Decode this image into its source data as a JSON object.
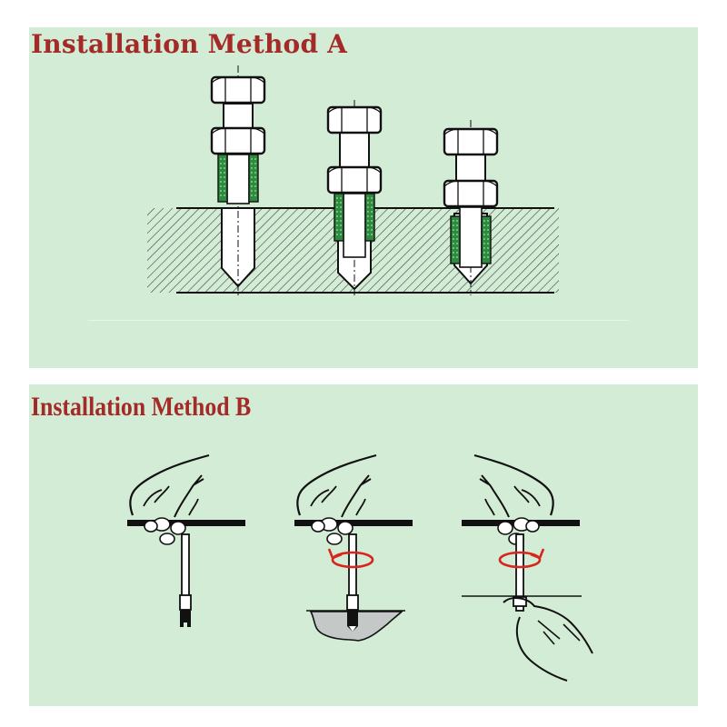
{
  "sections": [
    {
      "title": "Installation Method A",
      "figure": "three-stage-threaded-insert-installation",
      "steps": [
        {
          "label": "insert-on-bolt-above-hole",
          "stage": 1
        },
        {
          "label": "insert-partially-threaded-into-hole",
          "stage": 2
        },
        {
          "label": "insert-fully-seated-in-hole",
          "stage": 3
        }
      ]
    },
    {
      "title": "Installation Method B",
      "figure": "three-stage-hand-tool-installation",
      "steps": [
        {
          "label": "hold-t-handle-tool-with-insert",
          "stage": 1
        },
        {
          "label": "rotate-clockwise-into-hole",
          "stage": 2,
          "rotation": "clockwise"
        },
        {
          "label": "hold-nut-with-wrench-and-reverse",
          "stage": 3,
          "rotation": "counterclockwise"
        }
      ]
    }
  ],
  "colors": {
    "panel_background": "#d3ecd5",
    "title": "#a32a27",
    "insert_green": "#2e8b3e",
    "rotation_arrow": "#d7261e",
    "line": "#111111"
  }
}
